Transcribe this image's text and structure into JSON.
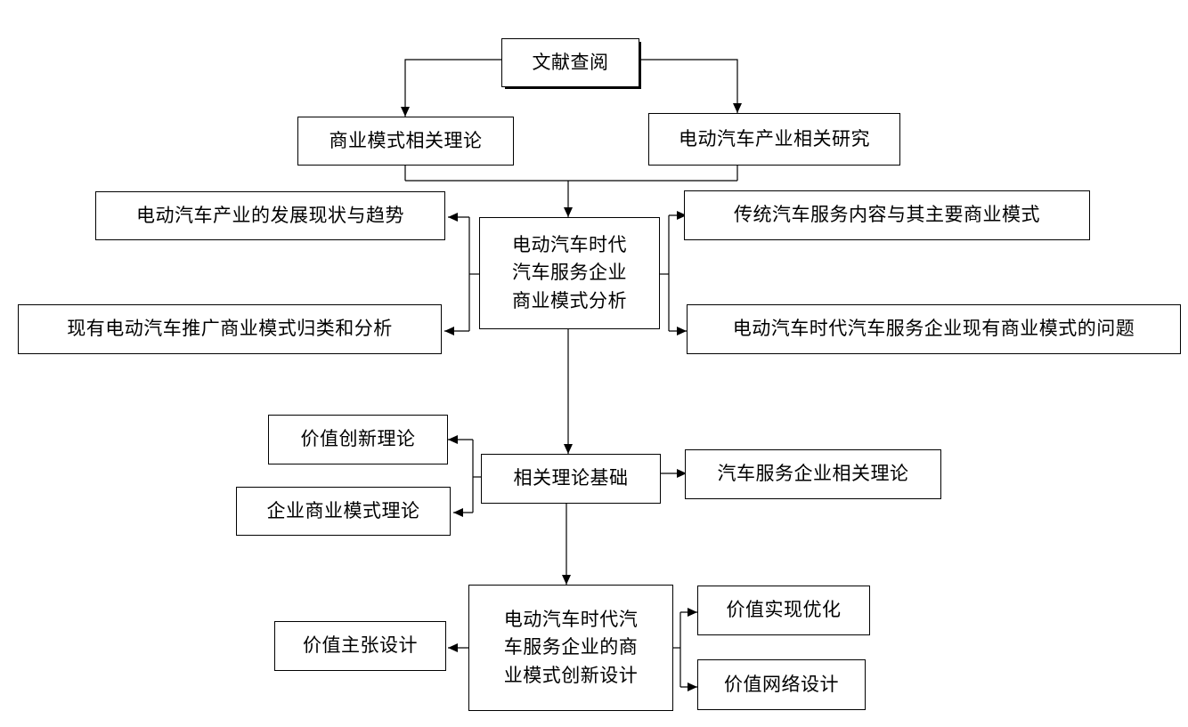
{
  "nodes": {
    "literature_review": "文献查阅",
    "business_model_theory": "商业模式相关理论",
    "ev_industry_research": "电动汽车产业相关研究",
    "ev_industry_status": "电动汽车产业的发展现状与趋势",
    "ev_promotion_models": "现有电动汽车推广商业模式归类和分析",
    "ev_era_analysis": "电动汽车时代\n汽车服务企业\n商业模式分析",
    "traditional_service_models": "传统汽车服务内容与其主要商业模式",
    "current_model_problems": "电动汽车时代汽车服务企业现有商业模式的问题",
    "value_innovation_theory": "价值创新理论",
    "enterprise_model_theory": "企业商业模式理论",
    "related_theory_basis": "相关理论基础",
    "service_enterprise_theory": "汽车服务企业相关理论",
    "innovation_design": "电动汽车时代汽\n车服务企业的商\n业模式创新设计",
    "value_proposition_design": "价值主张设计",
    "value_realization_optimization": "价值实现优化",
    "value_network_design": "价值网络设计"
  }
}
